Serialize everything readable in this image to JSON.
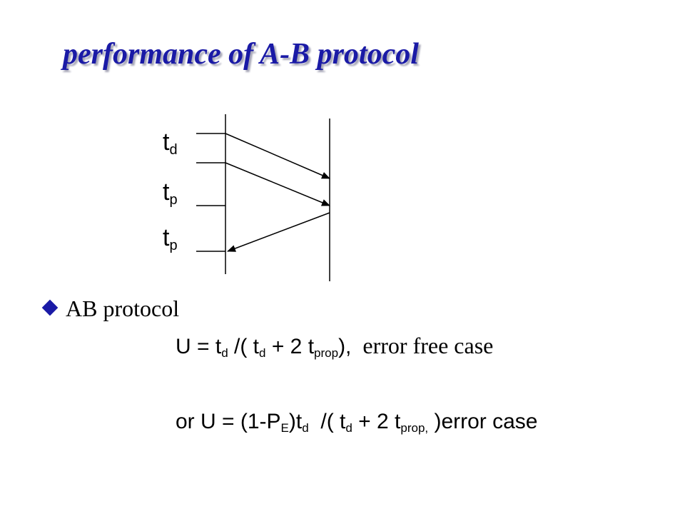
{
  "slide": {
    "title": "performance of A-B protocol"
  },
  "diagram": {
    "labels": [
      {
        "base": "t",
        "sub": "d"
      },
      {
        "base": "t",
        "sub": "p"
      },
      {
        "base": "t",
        "sub": "p"
      }
    ]
  },
  "bullet": {
    "text": "AB protocol"
  },
  "formulas": {
    "error_free": {
      "u_eq": "U = t",
      "sub1": "d",
      "mid1": " /( t",
      "sub2": "d",
      "mid2": " + 2 t",
      "sub3": "prop",
      "tail": "),",
      "note": "  error free case"
    },
    "error": {
      "prefix": "or U = (1-P",
      "sub0": "E",
      "mid0": ")t",
      "sub1": "d",
      "mid1": "  /( t",
      "sub2": "d",
      "mid2": " + 2 t",
      "sub3": "prop,",
      "tail": " )error case"
    }
  },
  "colors": {
    "title": "#1a1aa6",
    "bullet": "#1a1aa6",
    "lines": "#000000"
  }
}
